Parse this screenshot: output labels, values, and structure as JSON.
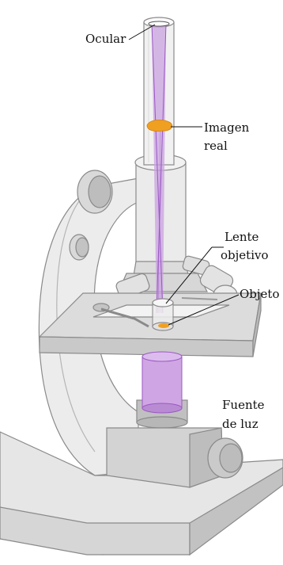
{
  "labels": {
    "ocular": "Ocular",
    "imagen_line1": "Imagen",
    "imagen_line2": "real",
    "lente_line1": "Lente",
    "lente_line2": "objetivo",
    "objeto": "Objeto",
    "fuente_line1": "Fuente",
    "fuente_line2": "de luz"
  },
  "colors": {
    "body_light": "#e9e9e9",
    "body_mid": "#cfcfcf",
    "body_dark": "#a9a9a9",
    "outline": "#8a8a8a",
    "light_beam": "#c9a2e0",
    "light_beam_dark": "#9b59c4",
    "light_source": "#cfa6e3",
    "image_orange": "#f0a020"
  }
}
